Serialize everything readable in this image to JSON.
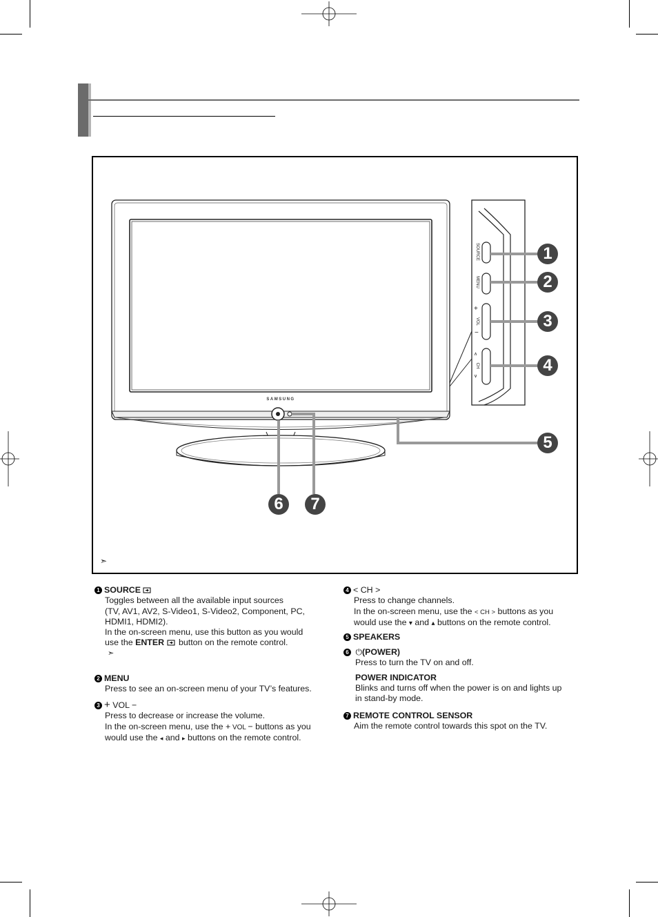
{
  "callouts": [
    "1",
    "2",
    "3",
    "4",
    "5",
    "6",
    "7"
  ],
  "tv": {
    "brand": "SAMSUNG",
    "side_labels": {
      "source": "SOURCE",
      "menu": "MENU",
      "vol": "VOL",
      "ch": "CH",
      "plus": "+",
      "minus": "−",
      "up": "∧",
      "down": "∨"
    }
  },
  "note_marker": "➣",
  "items": [
    {
      "num": "1",
      "title": "SOURCE",
      "lines": [
        "Toggles between all the available input sources",
        "(TV, AV1, AV2, S-Video1, S-Video2, Component, PC,",
        "HDMI1, HDMI2).",
        "In the on-screen menu, use this button as you would"
      ],
      "enter_prefix": "use the ",
      "enter_word": "ENTER",
      "enter_suffix": " button on the remote control.",
      "note": "➣"
    },
    {
      "num": "2",
      "title": "MENU",
      "lines": [
        "Press to see an on-screen menu of your TV’s features."
      ]
    },
    {
      "num": "3",
      "title_plus": "+",
      "title": "VOL",
      "title_minus": "−",
      "lines": [
        "Press to decrease or increase the volume."
      ],
      "line2_a": "In the on-screen menu, use the ",
      "line2_b": "+",
      "line2_c": " VOL ",
      "line2_d": "−",
      "line2_e": " buttons as you",
      "line3_a": "would use the ",
      "line3_b": "◂",
      "line3_c": " and ",
      "line3_d": "▸",
      "line3_e": " buttons on the remote control."
    },
    {
      "num": "4",
      "title_left": "<",
      "title": "CH",
      "title_right": ">",
      "lines": [
        "Press to change channels."
      ],
      "line2_a": "In the on-screen menu, use the ",
      "line2_b": "< CH >",
      "line2_c": " buttons as you",
      "line3_a": "would use the ",
      "line3_b": "▾",
      "line3_c": " and ",
      "line3_d": "▴",
      "line3_e": " buttons on the remote control."
    },
    {
      "num": "5",
      "title": "SPEAKERS"
    },
    {
      "num": "6",
      "power_icon": "⏻",
      "title": "(POWER)",
      "lines": [
        "Press to turn the TV on and off."
      ],
      "sub_title": "POWER INDICATOR",
      "sub_lines": [
        "Blinks and turns off when the power is on and lights up",
        "in stand-by mode."
      ]
    },
    {
      "num": "7",
      "title": "REMOTE CONTROL SENSOR",
      "lines": [
        "Aim the remote control towards this spot on the TV."
      ]
    }
  ]
}
